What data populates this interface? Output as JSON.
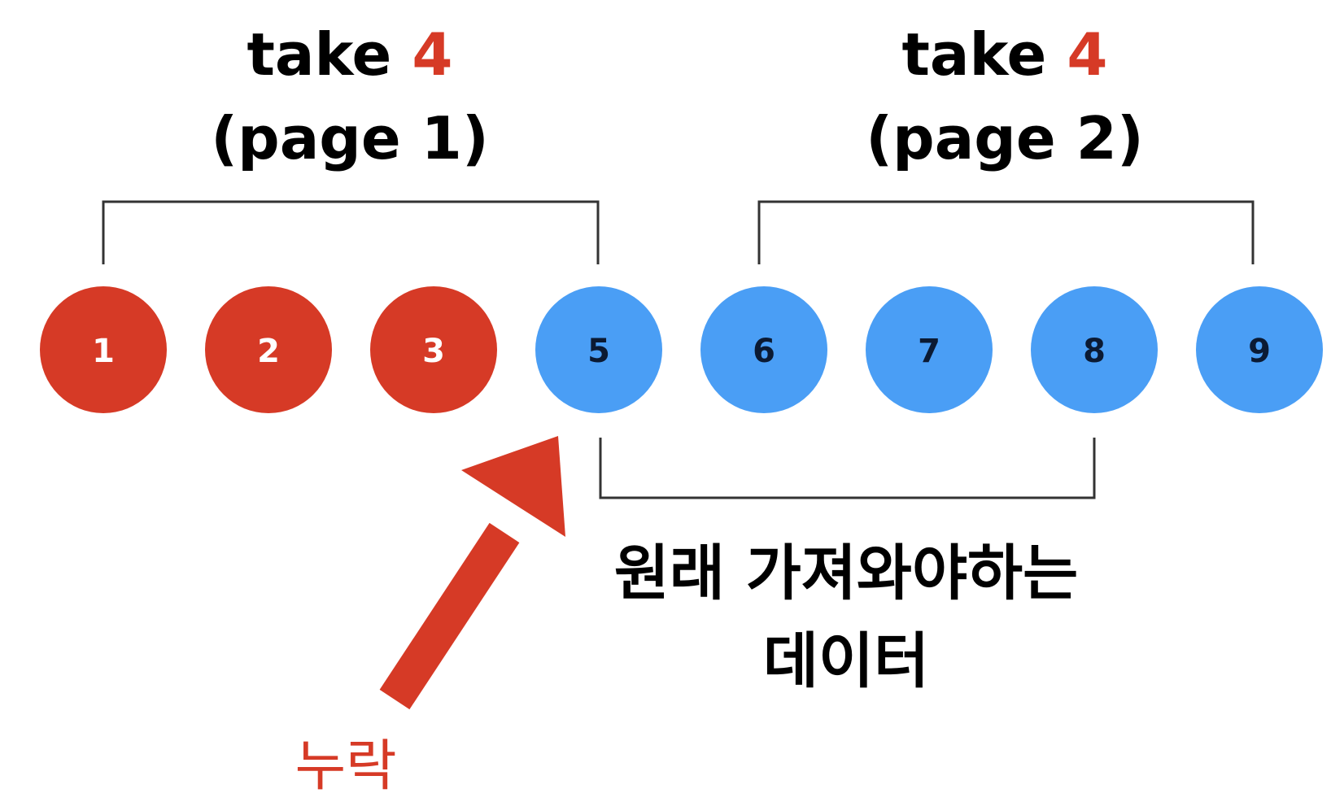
{
  "colors": {
    "red": "#D63A26",
    "blue": "#4A9EF5",
    "dark": "#000000",
    "line": "#333333",
    "circle_text_on_red": "#FFFFFF",
    "circle_text_on_blue": "#0B1A33"
  },
  "page1": {
    "take_word": "take",
    "take_count": "4",
    "page_label": "(page 1)"
  },
  "page2": {
    "take_word": "take",
    "take_count": "4",
    "page_label": "(page 2)"
  },
  "items": [
    {
      "label": "1",
      "state": "fetched"
    },
    {
      "label": "2",
      "state": "fetched"
    },
    {
      "label": "3",
      "state": "fetched"
    },
    {
      "label": "5",
      "state": "pending"
    },
    {
      "label": "6",
      "state": "pending"
    },
    {
      "label": "7",
      "state": "pending"
    },
    {
      "label": "8",
      "state": "pending"
    },
    {
      "label": "9",
      "state": "pending"
    }
  ],
  "expected_label_line1": "원래 가져와야하는",
  "expected_label_line2": "데이터",
  "missing_label": "누락"
}
